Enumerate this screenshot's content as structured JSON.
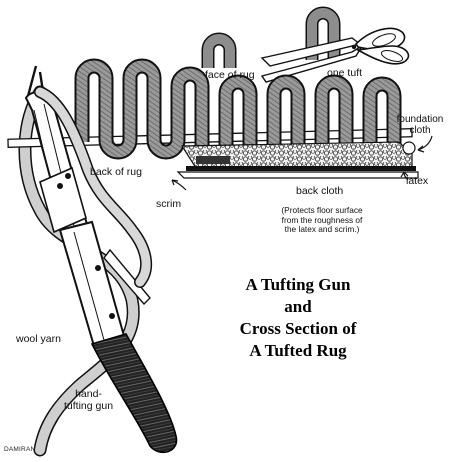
{
  "labels": {
    "face_of_rug": "face of rug",
    "one_tuft": "one tuft",
    "foundation_cloth": "foundation cloth",
    "back_of_rug": "back of rug",
    "scrim": "scrim",
    "latex": "latex",
    "back_cloth": "back cloth",
    "back_cloth_note": [
      "(Protects floor surface",
      "from the roughness of",
      "the latex and scrim.)"
    ],
    "wool_yarn": "wool yarn",
    "hand_tufting_gun": [
      "hand-",
      "tufting gun"
    ]
  },
  "title": [
    "A Tufting Gun",
    "and",
    "Cross Section of",
    "A Tufted Rug"
  ],
  "credit": "DAMIRAN"
}
